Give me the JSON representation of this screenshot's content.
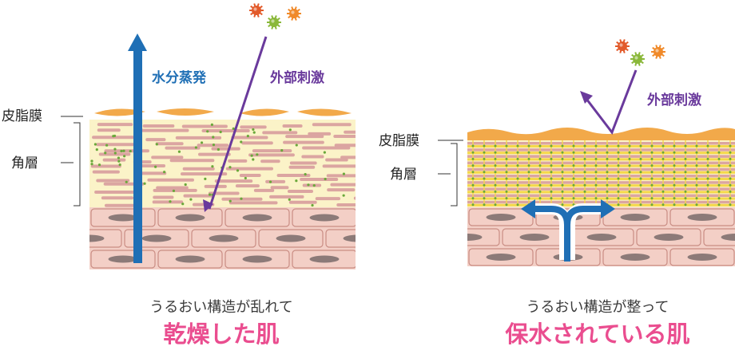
{
  "left_panel": {
    "label_sebum": "皮脂膜",
    "label_stratum": "角層",
    "arrow_evaporation": "水分蒸発",
    "arrow_stimulus": "外部刺激",
    "caption": "うるおい構造が乱れて",
    "title": "乾燥した肌"
  },
  "right_panel": {
    "label_sebum": "皮脂膜",
    "label_stratum": "角層",
    "arrow_stimulus": "外部刺激",
    "caption": "うるおい構造が整って",
    "title": "保水されている肌"
  },
  "colors": {
    "title_pink": "#ea4d8f",
    "caption_gray": "#3a3a3a",
    "water_arrow_blue": "#1f6fb5",
    "stimulus_purple": "#6a3a9c",
    "sebum_orange": "#f2a94a",
    "stratum_cream": "#fbf3c8",
    "flake_pink": "#dba5a1",
    "cell_pink": "#f3cfc6",
    "nucleus_gray": "#8c7a78",
    "lipid_yellow": "#f5d84a",
    "lipid_green": "#6aa83a",
    "bacteria_red": "#e25a2a",
    "bacteria_green": "#8ab83a",
    "bacteria_orange": "#f08a2a"
  },
  "icons": {
    "stimulus_particles": "bacteria-virus-icons"
  }
}
